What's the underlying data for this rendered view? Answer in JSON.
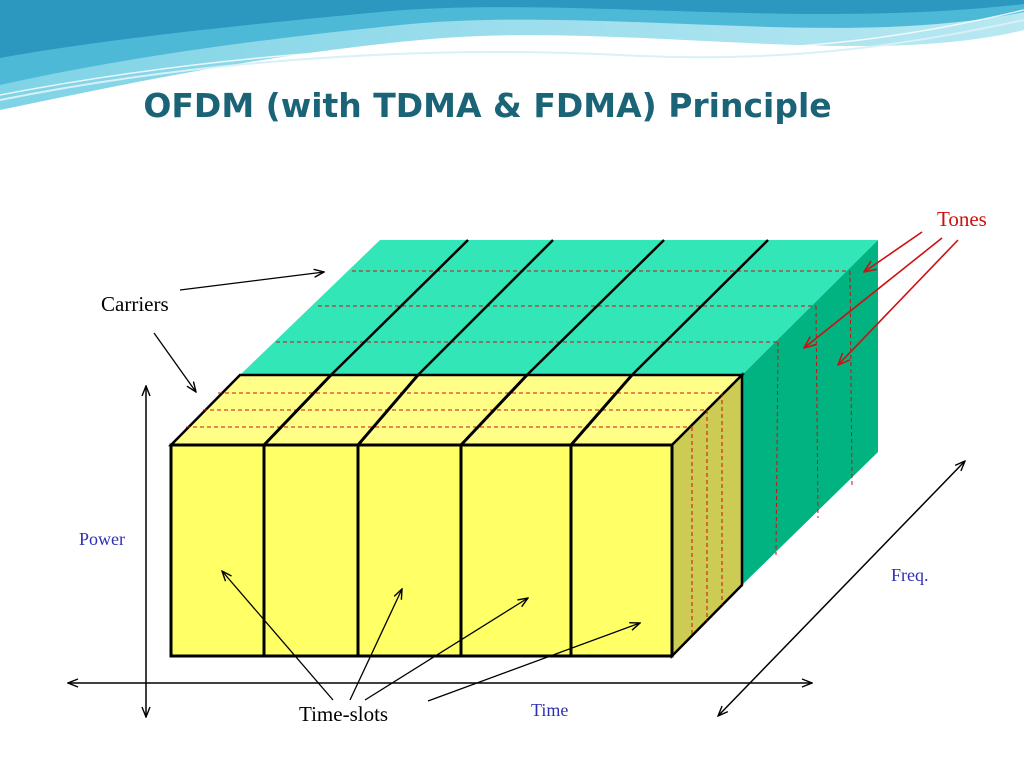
{
  "slide": {
    "title": "OFDM (with TDMA & FDMA) Principle"
  },
  "labels": {
    "carriers": "Carriers",
    "tones": "Tones",
    "power": "Power",
    "frequency": "Freq.",
    "time": "Time",
    "time_slots": "Time-slots"
  },
  "colors": {
    "title": "#1b6477",
    "block_front": "#ffff66",
    "block_top": "#ffff88",
    "block_side": "#cccc55",
    "back_top": "#33e6b8",
    "back_side": "#00b380",
    "divider_dashes": "#cc1111",
    "axis_label": "#2f2fb3",
    "tones_arrows": "#cc1111"
  }
}
